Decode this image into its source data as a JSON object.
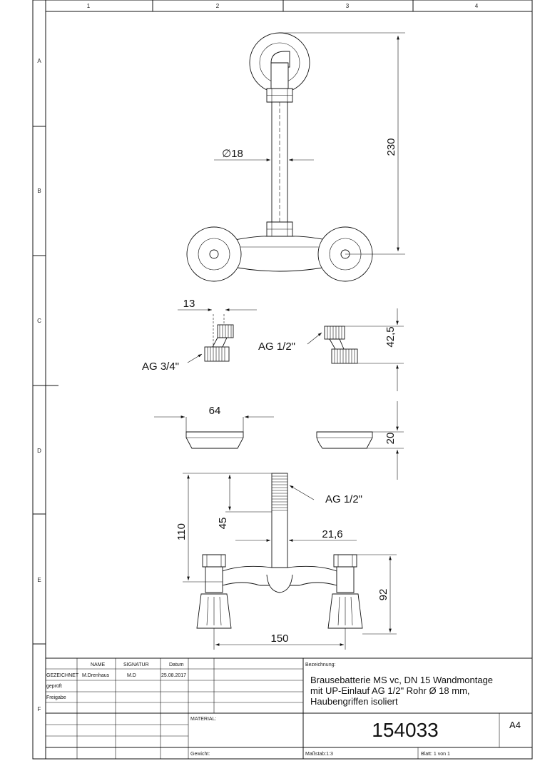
{
  "border": {
    "columns": [
      "1",
      "2",
      "3",
      "4"
    ],
    "rows": [
      "A",
      "B",
      "C",
      "D",
      "E",
      "F"
    ]
  },
  "dimensions": {
    "height_total": "230",
    "pipe_diameter": "∅18",
    "offset_width": "13",
    "thread_left": "AG 3/4\"",
    "thread_right": "AG 1/2\"",
    "eccentric_height": "42,5",
    "rosette_width": "64",
    "rosette_height": "20",
    "inlet_thread": "AG 1/2\"",
    "inlet_total": "110",
    "inlet_thread_len": "45",
    "inlet_pipe_dia": "21,6",
    "body_height": "92",
    "center_distance": "150"
  },
  "title_block": {
    "col_name": "NAME",
    "col_signatur": "SIGNATUR",
    "col_datum": "Datum",
    "row_gezeichnet": "GEZEICHNET",
    "row_gezeichnet_name": "M.Drenhaus",
    "row_gezeichnet_sig": "M.D",
    "row_gezeichnet_date": "25.08.2017",
    "row_geprueft": "geprüft",
    "row_freigabe": "Freigabe",
    "bezeichnung_label": "Bezeichnung:",
    "desc_line1": "Brausebatterie MS vc, DN 15  Wandmontage",
    "desc_line2": "mit UP-Einlauf AG 1/2\" Rohr Ø 18 mm,",
    "desc_line3": "Haubengriffen isoliert",
    "material_label": "MATERIAL:",
    "drawing_number": "154033",
    "format": "A4",
    "gewicht_label": "Gewicht:",
    "massstab": "Maßstab:1:3",
    "blatt": "Blatt: 1 von 1"
  }
}
